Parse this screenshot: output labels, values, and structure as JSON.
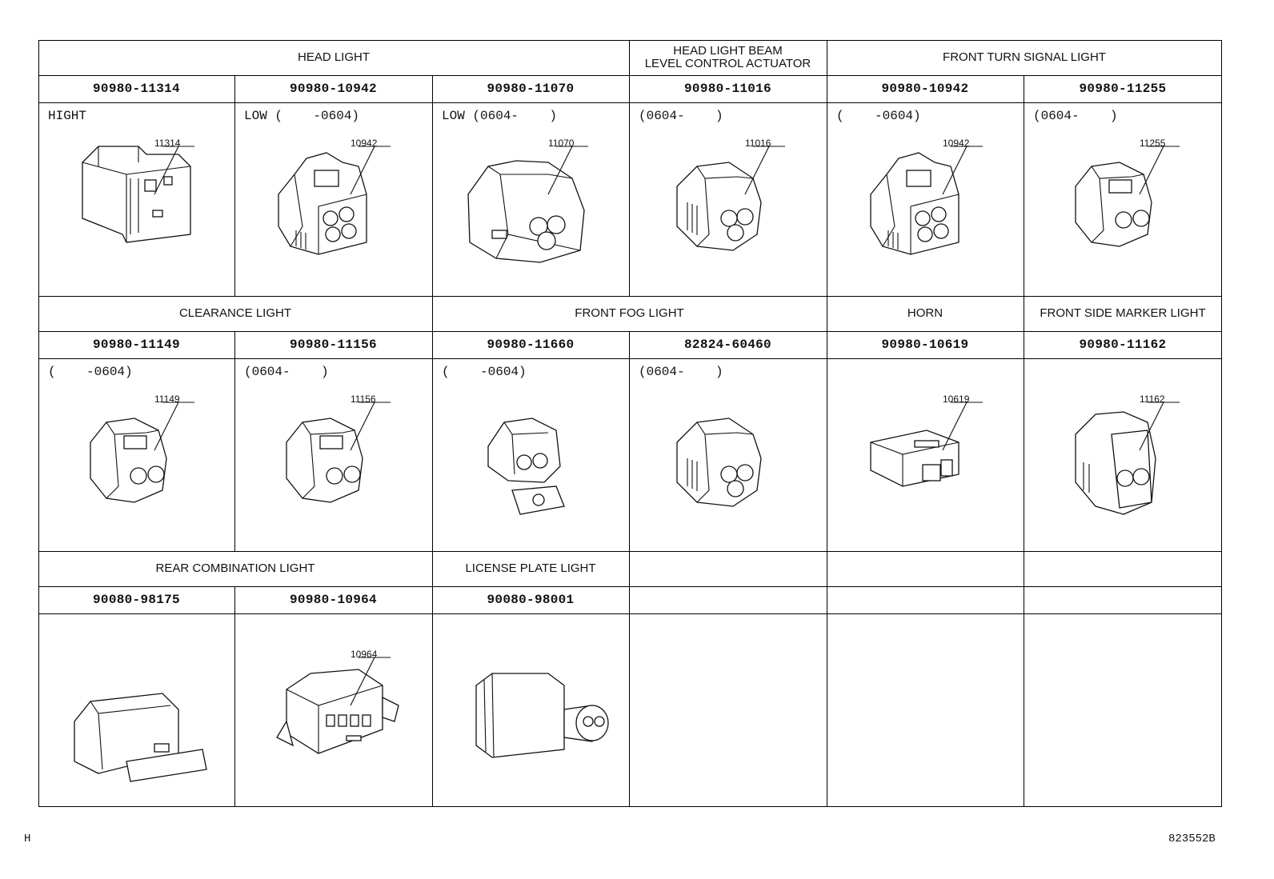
{
  "rows": [
    {
      "categories": [
        {
          "label": "HEAD LIGHT",
          "span": 3
        },
        {
          "label": "HEAD LIGHT BEAM\nLEVEL CONTROL ACTUATOR",
          "span": 1
        },
        {
          "label": "FRONT TURN SIGNAL LIGHT",
          "span": 2
        }
      ],
      "parts": [
        {
          "number": "90980-11314",
          "note": "HIGHT",
          "callout": "11314",
          "connector": "housing-box-icon"
        },
        {
          "number": "90980-10942",
          "note": "LOW (    -0604)",
          "callout": "10942",
          "connector": "connector-4pin-icon"
        },
        {
          "number": "90980-11070",
          "note": "LOW (0604-    )",
          "callout": "11070",
          "connector": "connector-3pin-large-icon"
        },
        {
          "number": "90980-11016",
          "note": "(0604-    )",
          "callout": "11016",
          "connector": "connector-3pin-icon"
        },
        {
          "number": "90980-10942",
          "note": "(    -0604)",
          "callout": "10942",
          "connector": "connector-4pin-icon"
        },
        {
          "number": "90980-11255",
          "note": "(0604-    )",
          "callout": "11255",
          "connector": "connector-2pin-icon"
        }
      ]
    },
    {
      "categories": [
        {
          "label": "CLEARANCE LIGHT",
          "span": 2
        },
        {
          "label": "FRONT FOG LIGHT",
          "span": 2
        },
        {
          "label": "HORN",
          "span": 1
        },
        {
          "label": "FRONT SIDE MARKER LIGHT",
          "span": 1
        }
      ],
      "parts": [
        {
          "number": "90980-11149",
          "note": "(    -0604)",
          "callout": "11149",
          "connector": "connector-2pin-icon"
        },
        {
          "number": "90980-11156",
          "note": "(0604-    )",
          "callout": "11156",
          "connector": "connector-2pin-icon"
        },
        {
          "number": "90980-11660",
          "note": "(    -0604)",
          "callout": "",
          "connector": "connector-2pin-clip-icon"
        },
        {
          "number": "82824-60460",
          "note": "(0604-    )",
          "callout": "",
          "connector": "connector-3pin-icon"
        },
        {
          "number": "90980-10619",
          "note": "",
          "callout": "10619",
          "connector": "horn-terminal-icon"
        },
        {
          "number": "90980-11162",
          "note": "",
          "callout": "11162",
          "connector": "connector-2pin-tall-icon"
        }
      ]
    },
    {
      "categories": [
        {
          "label": "REAR COMBINATION LIGHT",
          "span": 2
        },
        {
          "label": "LICENSE PLATE LIGHT",
          "span": 1
        },
        {
          "label": "",
          "span": 1
        },
        {
          "label": "",
          "span": 1
        },
        {
          "label": "",
          "span": 1
        }
      ],
      "parts": [
        {
          "number": "90080-98175",
          "note": "",
          "callout": "",
          "connector": "flat-multi-pin-icon"
        },
        {
          "number": "90980-10964",
          "note": "",
          "callout": "10964",
          "connector": "multi-pin-latch-icon"
        },
        {
          "number": "90080-98001",
          "note": "",
          "callout": "",
          "connector": "sealed-socket-icon"
        },
        {
          "number": "",
          "note": "",
          "callout": "",
          "connector": ""
        },
        {
          "number": "",
          "note": "",
          "callout": "",
          "connector": ""
        },
        {
          "number": "",
          "note": "",
          "callout": "",
          "connector": ""
        }
      ]
    }
  ],
  "footer": {
    "left": "H",
    "right": "823552B"
  }
}
